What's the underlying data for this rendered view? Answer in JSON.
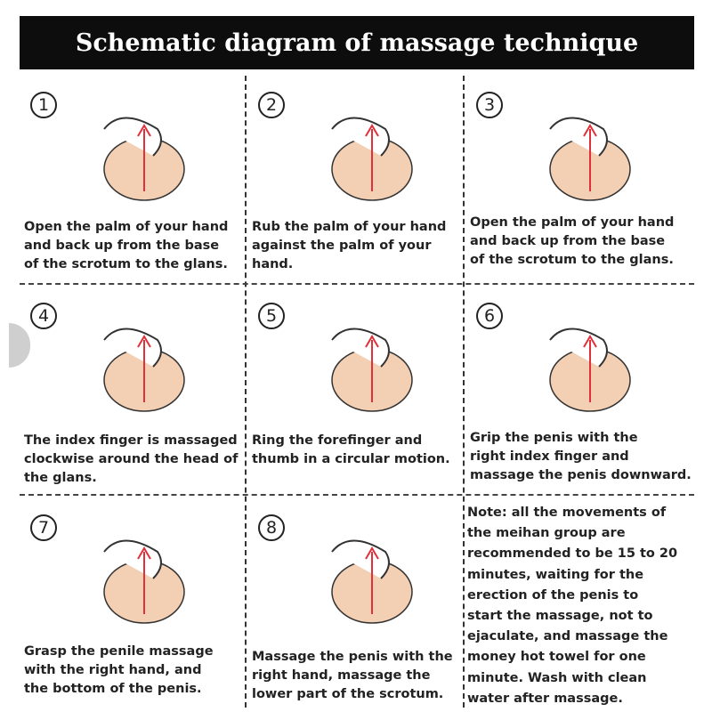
{
  "title": "Schematic diagram of massage technique",
  "steps": [
    {
      "num": "1",
      "lines": [
        "Open the palm of your hand",
        "and back up from the base",
        "of the scrotum to the glans."
      ]
    },
    {
      "num": "2",
      "lines": [
        "Rub the palm of your hand",
        "against the palm of your",
        "hand."
      ]
    },
    {
      "num": "3",
      "lines": [
        "Open the palm of your hand",
        "and back up from the base",
        "of the scrotum to the glans."
      ]
    },
    {
      "num": "4",
      "lines": [
        "The index finger is massaged",
        "clockwise around the head of",
        "the glans."
      ]
    },
    {
      "num": "5",
      "lines": [
        "Ring the forefinger and",
        "thumb in a circular motion."
      ]
    },
    {
      "num": "6",
      "lines": [
        "Grip the penis with the",
        "right index finger and",
        "massage the penis downward."
      ]
    },
    {
      "num": "7",
      "lines": [
        "Grasp the penile massage",
        "with the right hand, and",
        "the bottom of the penis."
      ]
    },
    {
      "num": "8",
      "lines": [
        "Massage the penis with the",
        "right hand, massage the",
        "lower part of the scrotum."
      ]
    }
  ],
  "note": [
    "Note: all the movements of",
    "the meihan group are",
    "recommended to be 15 to 20",
    "minutes, waiting for the",
    "erection of the penis to",
    "start the massage, not to",
    "ejaculate, and massage the",
    "money hot towel for one",
    "minute. Wash with clean",
    "water after massage."
  ],
  "colors": {
    "skin": "#f3cfb3",
    "arrow": "#e0303a",
    "outline": "#333333"
  }
}
